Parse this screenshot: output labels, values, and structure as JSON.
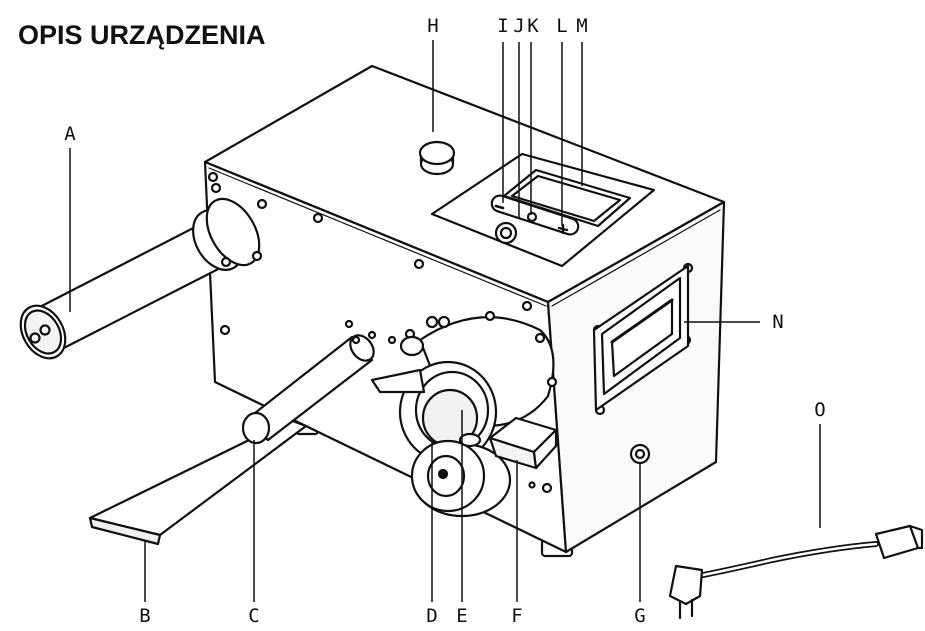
{
  "title": "OPIS URZĄDZENIA",
  "callouts": {
    "A": "A",
    "B": "B",
    "C": "C",
    "D": "D",
    "E": "E",
    "F": "F",
    "G": "G",
    "H": "H",
    "I": "I",
    "J": "J",
    "K": "K",
    "L": "L",
    "M": "M",
    "N": "N",
    "O": "O"
  },
  "colors": {
    "line": "#111111",
    "fill": "#ffffff",
    "shade": "#e9e9e9"
  }
}
